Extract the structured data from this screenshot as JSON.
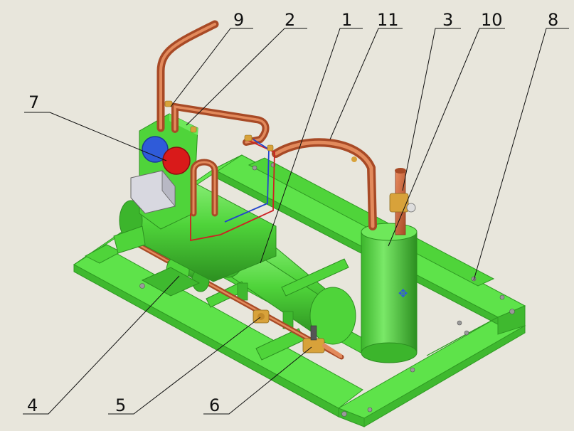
{
  "background": "#e8e6dc",
  "colors": {
    "frame": "#5ee34a",
    "frame_dark": "#2f9a23",
    "equipment": "#4fd43a",
    "equipment_dark": "#2c8f20",
    "copper": "#c8623c",
    "copper_dark": "#8a3a1e",
    "brass": "#d8a23a",
    "gauge_blue": "#2f5bd9",
    "gauge_red": "#d91a1a",
    "leader": "#111111"
  },
  "callouts": [
    {
      "id": "c1",
      "label": "1"
    },
    {
      "id": "c2",
      "label": "2"
    },
    {
      "id": "c3",
      "label": "3"
    },
    {
      "id": "c4",
      "label": "4"
    },
    {
      "id": "c5",
      "label": "5"
    },
    {
      "id": "c6",
      "label": "6"
    },
    {
      "id": "c7",
      "label": "7"
    },
    {
      "id": "c8",
      "label": "8"
    },
    {
      "id": "c9",
      "label": "9"
    },
    {
      "id": "c10",
      "label": "10"
    },
    {
      "id": "c11",
      "label": "11"
    }
  ]
}
